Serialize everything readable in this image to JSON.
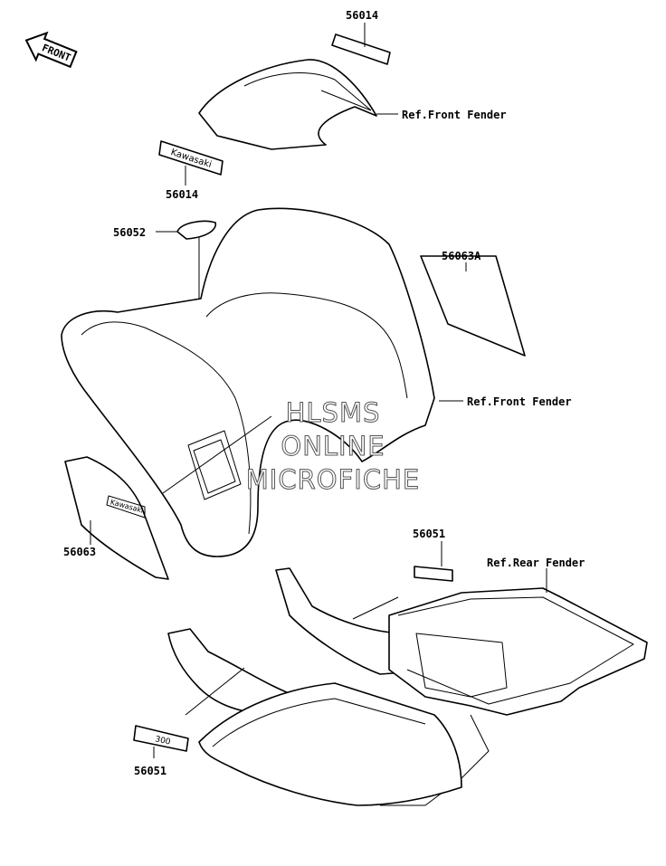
{
  "orientation": {
    "front_label": "FRONT"
  },
  "callouts": {
    "p56014_top": "56014",
    "ref_front_fender_1": "Ref.Front Fender",
    "p56014_emblem": "56014",
    "p56052": "56052",
    "p56063A": "56063A",
    "ref_front_fender_2": "Ref.Front Fender",
    "p56063": "56063",
    "p56051_right": "56051",
    "ref_rear_fender": "Ref.Rear Fender",
    "p56051_left": "56051"
  },
  "watermark": {
    "line1": "HLSMS",
    "line2": "ONLINE",
    "line3": "MICROFICHE"
  },
  "decal_text": {
    "emblem": "Kawasaki",
    "side": "Kawasaki",
    "model": "300"
  }
}
